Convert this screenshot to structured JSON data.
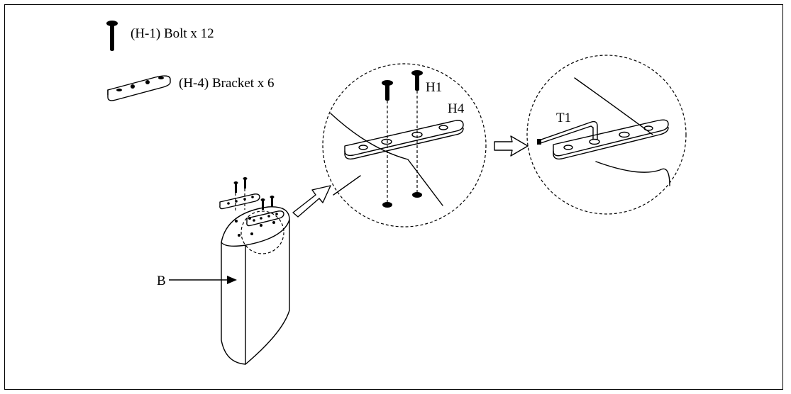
{
  "legend": {
    "bolt": "(H-1) Bolt  x 12",
    "bracket": "(H-4) Bracket  x 6"
  },
  "labels": {
    "base": "B",
    "bolt": "H1",
    "bracket": "H4",
    "tool": "T1"
  },
  "colors": {
    "line": "#000000",
    "background": "#ffffff"
  },
  "icons": [
    "bolt-icon",
    "bracket-icon",
    "arrow-icon",
    "hex-key-icon"
  ]
}
